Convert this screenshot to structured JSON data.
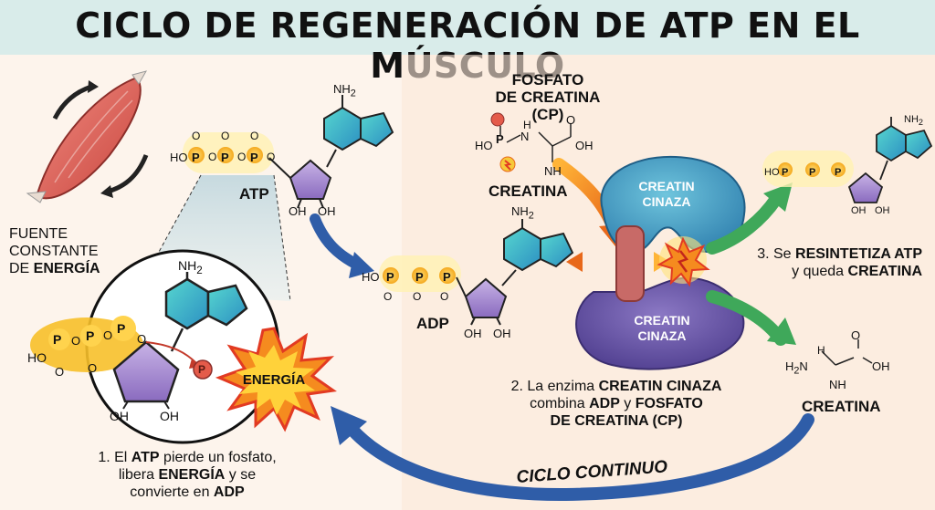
{
  "title": "CICLO DE REGENERACIÓN DE ATP EN EL MÚSCULO",
  "muscle": {
    "caption_line1": "FUENTE CONSTANTE",
    "caption_line2_pre": "DE ",
    "caption_line2_bold": "ENERGÍA"
  },
  "labels": {
    "atp": "ATP",
    "adp": "ADP",
    "phosphocreatine_line1": "FOSFATO",
    "phosphocreatine_line2": "DE CREATINA (CP)",
    "creatine_top": "CREATINA",
    "creatine_bottom": "CREATINA",
    "enzyme_top_line1": "CREATIN",
    "enzyme_top_line2": "CINAZA",
    "enzyme_bottom_line1": "CREATIN",
    "enzyme_bottom_line2": "CINAZA",
    "energy_burst": "ENERGÍA",
    "phosphate_tag": "P",
    "cycle": "CICLO CONTINUO"
  },
  "chem": {
    "nh2": "NH",
    "nh2_sub": "2",
    "n": "N",
    "nh": "NH",
    "oh": "OH",
    "ho": "HO",
    "o": "O",
    "p": "P",
    "h2n": "H",
    "h2n_sub": "2",
    "h2n_tail": "N",
    "h": "H"
  },
  "steps": {
    "step1": {
      "l1_pre": "1. El ",
      "l1_b": "ATP",
      "l1_post": " pierde un fosfato,",
      "l2_pre": "libera ",
      "l2_b": "ENERGÍA",
      "l2_post": " y se",
      "l3_pre": "convierte en ",
      "l3_b": "ADP"
    },
    "step2": {
      "l1_pre": "2. La enzima ",
      "l1_b": "CREATIN CINAZA",
      "l2_pre": "combina ",
      "l2_b1": "ADP",
      "l2_mid": " y ",
      "l2_b2": "FOSFATO",
      "l3_b": "DE CREATINA (CP)"
    },
    "step3": {
      "l1_pre": "3. Se ",
      "l1_b": "RESINTETIZA ATP",
      "l2_pre": "y queda ",
      "l2_b": "CREATINA"
    }
  },
  "colors": {
    "header_bg": "#d9ecea",
    "page_bg": "#fdf4ec",
    "phosphate_gold": "#f2b21b",
    "sugar_purple": "#a58ac9",
    "adenine_teal": "#3ec1c0",
    "enzyme_blue": "#4aa3c6",
    "enzyme_purple": "#6e58a6",
    "arrow_blue": "#2f5da8",
    "arrow_green": "#3fa85a",
    "arrow_orange": "#f08a1c",
    "energy_red": "#e23a22"
  }
}
